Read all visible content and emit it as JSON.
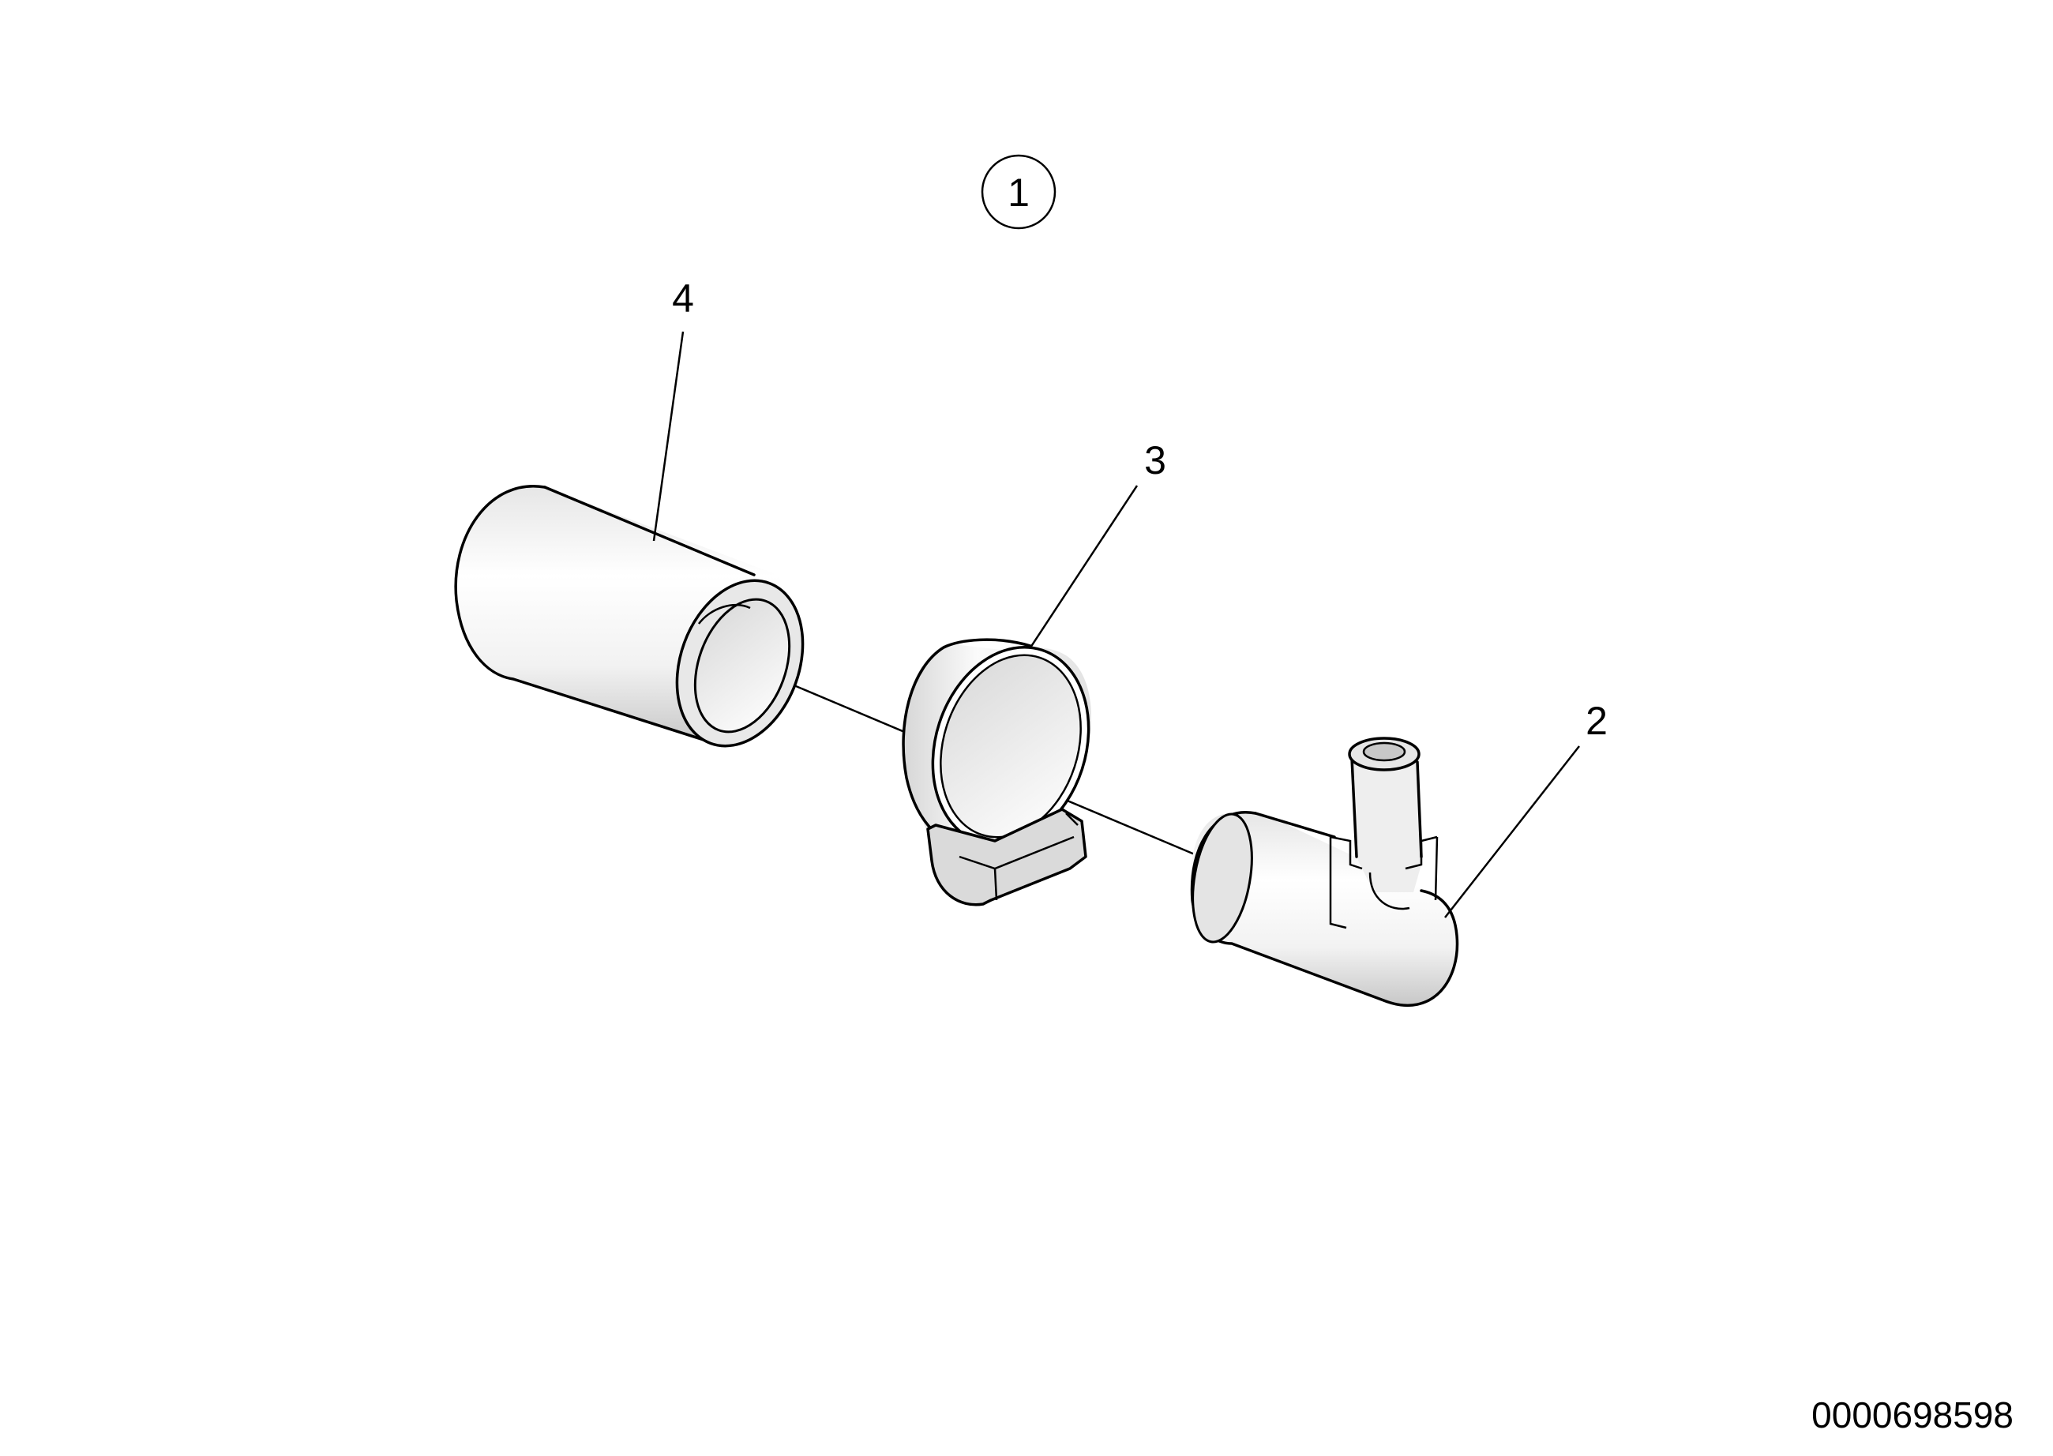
{
  "diagram": {
    "assembly_callout": "1",
    "parts": [
      {
        "id": "part-4",
        "label": "4"
      },
      {
        "id": "part-3",
        "label": "3"
      },
      {
        "id": "part-2",
        "label": "2"
      }
    ],
    "catalog_number": "0000698598"
  }
}
